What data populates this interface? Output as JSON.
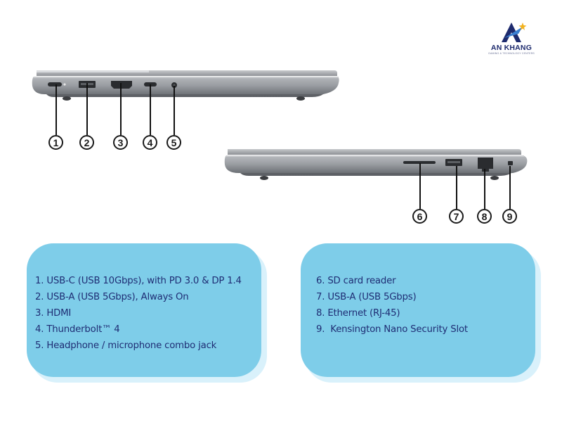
{
  "logo": {
    "brand": "AN KHANG",
    "tagline": "GAMING & TECHNOLOGY CENTERS"
  },
  "callouts_left": [
    "1",
    "2",
    "3",
    "4",
    "5"
  ],
  "callouts_right": [
    "6",
    "7",
    "8",
    "9"
  ],
  "port_list_left": [
    "1. USB-C (USB 10Gbps), with PD 3.0 & DP 1.4",
    "2. USB-A (USB 5Gbps), Always On",
    "3. HDMI",
    "4. Thunderbolt™ 4",
    "5. Headphone / microphone combo jack"
  ],
  "port_list_right": [
    "6. SD card reader",
    "7. USB-A (USB 5Gbps)",
    "8. Ethernet (RJ-45)",
    "9.  Kensington Nano Security Slot"
  ],
  "colors": {
    "card_fill": "#7ecde9",
    "card_text": "#1f2d74",
    "laptop_body": "#9a9da2",
    "callout_stroke": "#1a1a1a"
  }
}
